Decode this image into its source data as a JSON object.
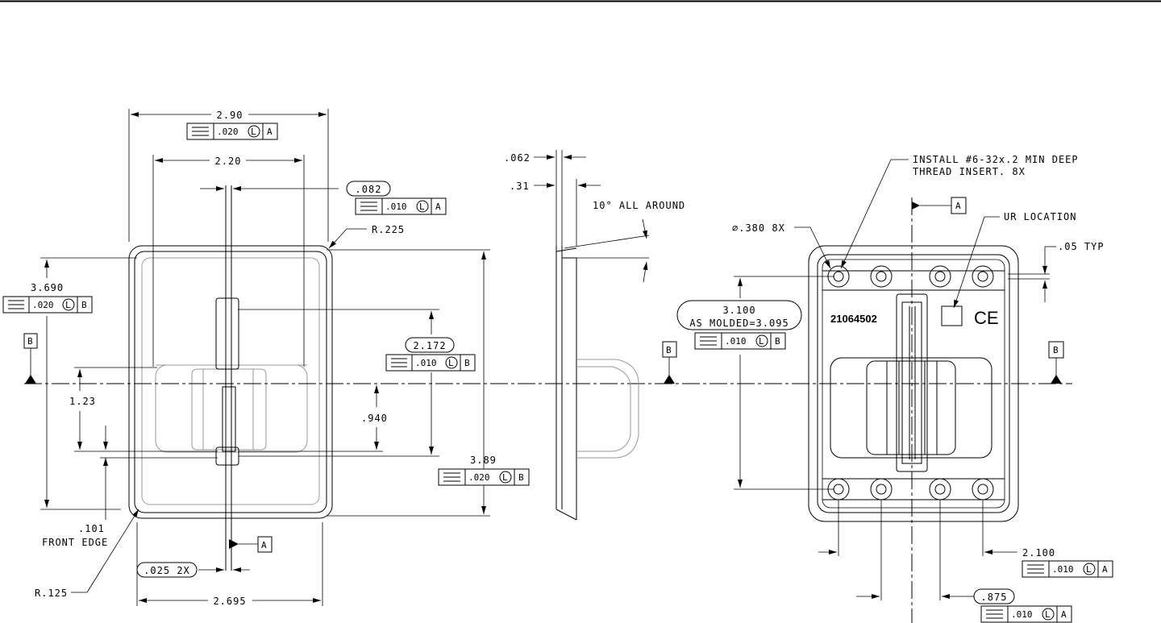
{
  "front_view": {
    "dim_width_outer": "2.90",
    "dim_width_outer_tol": ".020",
    "dim_width_outer_datum": "A",
    "dim_width_inner": "2.20",
    "dim_slot": ".082",
    "dim_slot_tol": ".010",
    "dim_slot_datum": "A",
    "dim_corner_radius": "R.225",
    "dim_height": "3.690",
    "dim_height_tol": ".020",
    "dim_height_datum": "B",
    "dim_2172": "2.172",
    "dim_2172_tol": ".010",
    "dim_2172_datum": "B",
    "dim_123": "1.23",
    "dim_940": ".940",
    "dim_389": "3.89",
    "dim_389_tol": ".020",
    "dim_389_datum": "B",
    "dim_front_edge_val": ".101",
    "dim_front_edge_label": "FRONT EDGE",
    "dim_inner_radius": "R.125",
    "dim_025": ".025 2X",
    "dim_bottom_width": "2.695",
    "datum_a": "A",
    "datum_b": "B"
  },
  "side_view": {
    "dim_062": ".062",
    "dim_31": ".31",
    "note_draft": "10° ALL AROUND"
  },
  "rear_view": {
    "note_insert_line1": "INSTALL #6-32x.2 MIN DEEP",
    "note_insert_line2": "THREAD INSERT. 8X",
    "dim_hole": "∅.380 8X",
    "note_ur": "UR LOCATION",
    "dim_05": ".05 TYP",
    "dim_3100": "3.100",
    "dim_as_molded": "AS MOLDED=3.095",
    "dim_3100_tol": ".010",
    "dim_3100_datum": "B",
    "part_number": "21064502",
    "ce_mark": "CE",
    "dim_2100": "2.100",
    "dim_2100_tol": ".010",
    "dim_2100_datum": "A",
    "dim_875": ".875",
    "dim_875_tol": ".010",
    "dim_875_datum": "A",
    "datum_a": "A",
    "datum_b_left": "B",
    "datum_b_right": "B"
  },
  "symbols": {
    "symmetry": "symmetry-symbol",
    "lmc": "L"
  }
}
